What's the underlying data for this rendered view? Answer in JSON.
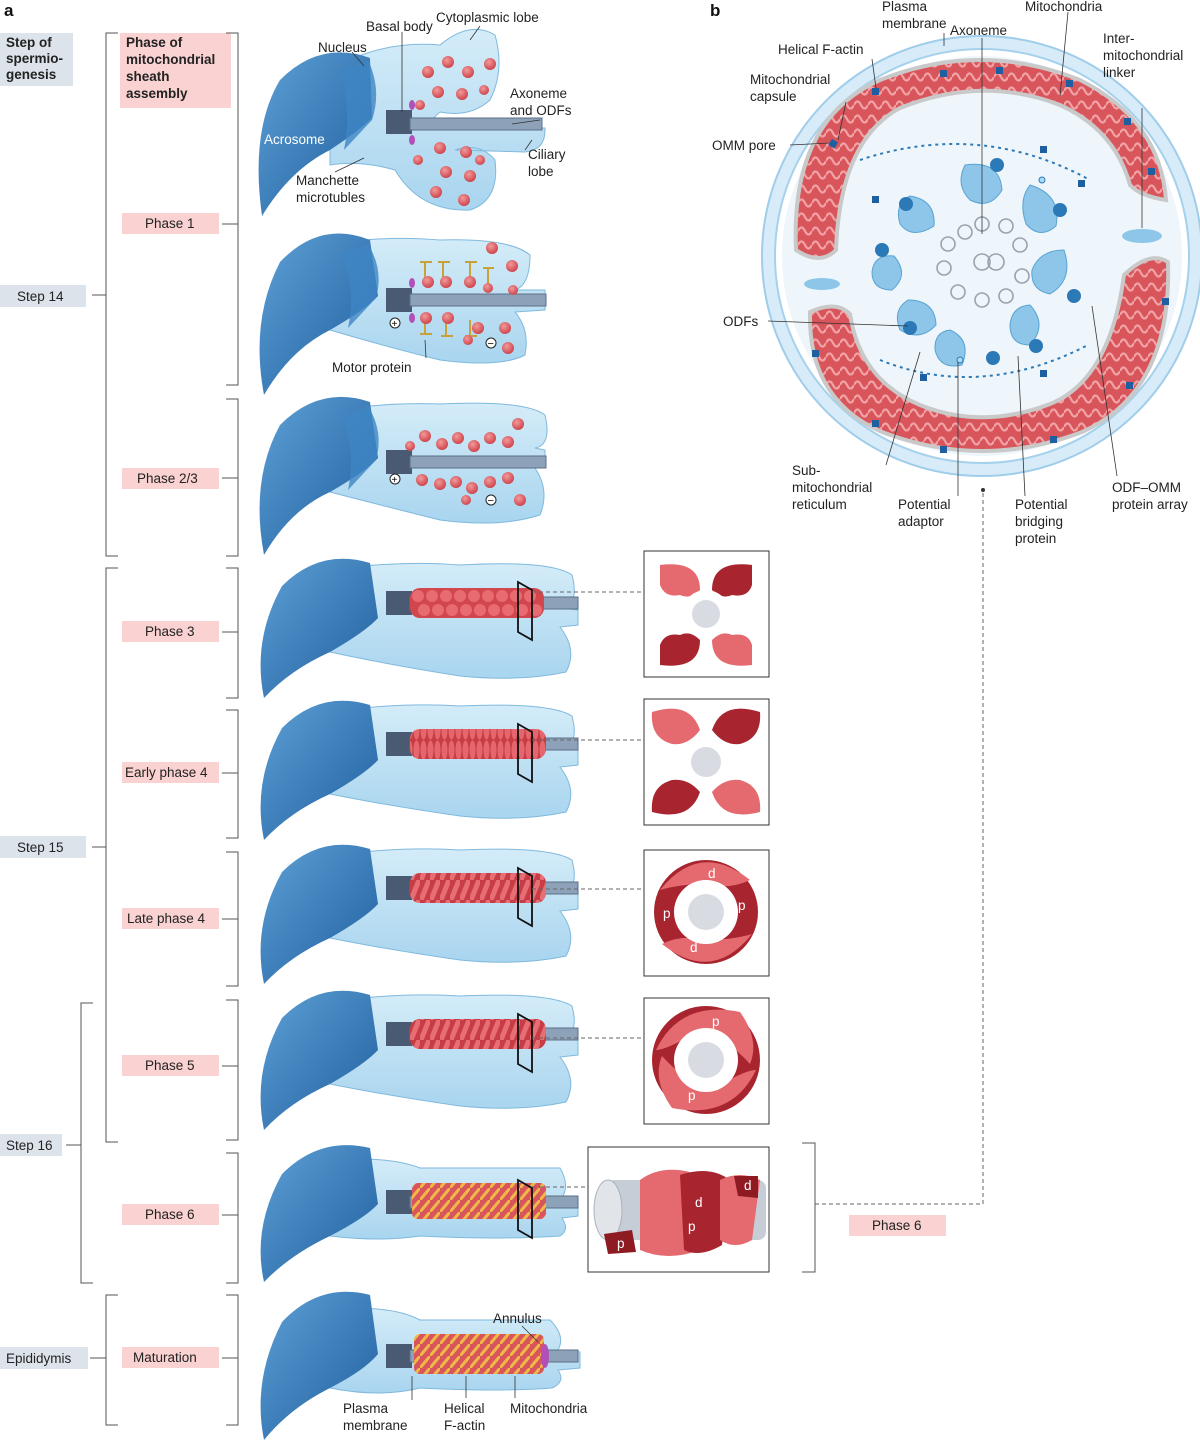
{
  "panels": {
    "a": "a",
    "b": "b"
  },
  "headers": {
    "step_col": [
      "Step of",
      "spermio-",
      "genesis"
    ],
    "phase_col": [
      "Phase of",
      "mitochondrial",
      "sheath",
      "assembly"
    ]
  },
  "steps": [
    "Step 14",
    "Step 15",
    "Step 16",
    "Epididymis"
  ],
  "phases": [
    "Phase 1",
    "Phase 2/3",
    "Phase 3",
    "Early phase 4",
    "Late phase 4",
    "Phase 5",
    "Phase 6",
    "Maturation"
  ],
  "phase6_right": "Phase 6",
  "labels_a": {
    "nucleus": "Nucleus",
    "basal_body": "Basal body",
    "cytoplasmic_lobe": "Cytoplasmic lobe",
    "axoneme_odfs": [
      "Axoneme",
      "and ODFs"
    ],
    "ciliary_lobe": [
      "Ciliary",
      "lobe"
    ],
    "acrosome": "Acrosome",
    "manchette": [
      "Manchette",
      "microtubles"
    ],
    "motor_protein": "Motor protein",
    "annulus": "Annulus",
    "plasma_membrane": [
      "Plasma",
      "membrane"
    ],
    "helical_factin": [
      "Helical",
      "F-actin"
    ],
    "mitochondria": "Mitochondria"
  },
  "labels_b": {
    "plasma_membrane": [
      "Plasma",
      "membrane"
    ],
    "mitochondria": "Mitochondria",
    "axoneme": "Axoneme",
    "helical_factin": "Helical F-actin",
    "intermito": [
      "Inter-",
      "mitochondrial",
      "linker"
    ],
    "capsule": [
      "Mitochondrial",
      "capsule"
    ],
    "omm_pore": "OMM pore",
    "odfs": "ODFs",
    "submito": [
      "Sub-",
      "mitochondrial",
      "reticulum"
    ],
    "adaptor": [
      "Potential",
      "adaptor"
    ],
    "bridging": [
      "Potential",
      "bridging",
      "protein"
    ],
    "odf_omm": [
      "ODF–OMM",
      "protein array"
    ]
  },
  "insets": {
    "late4": [
      "d",
      "p",
      "p",
      "d"
    ],
    "phase5": [
      "p",
      "p"
    ],
    "phase6": [
      "d",
      "d",
      "p",
      "p"
    ]
  },
  "signs": {
    "plus": "+",
    "minus": "−"
  },
  "colors": {
    "nucleus": "#2f72b2",
    "cytoplasm": "#bfe1f4",
    "mito": "#d9555c",
    "mito_dark": "#9a1f27",
    "label_red": "#f9d2d1",
    "label_grey": "#dde3ea",
    "factin": "#e0a73c"
  }
}
